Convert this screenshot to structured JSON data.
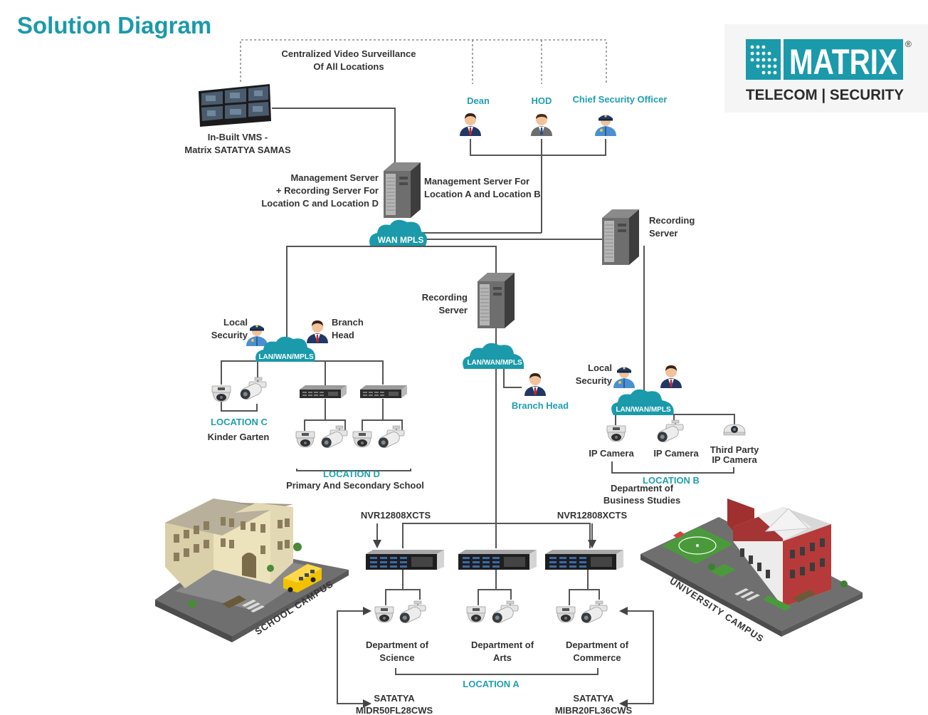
{
  "title": "Solution Diagram",
  "brand": {
    "name": "MATRIX",
    "registered": "®",
    "tagline": "TELECOM | SECURITY",
    "color": "#1a9aaa"
  },
  "top": {
    "surveillance_l1": "Centralized Video Surveillance",
    "surveillance_l2": "Of All Locations",
    "vms_l1": "In-Built VMS -",
    "vms_l2": "Matrix SATATYA SAMAS",
    "dean": "Dean",
    "hod": "HOD",
    "cso": "Chief Security Officer"
  },
  "servers": {
    "mgmt_cd_l1": "Management Server",
    "mgmt_cd_l2": "+ Recording Server For",
    "mgmt_cd_l3": "Location C and Location D",
    "mgmt_ab_l1": "Management Server For",
    "mgmt_ab_l2": "Location A and Location B",
    "rec_right_l1": "Recording",
    "rec_right_l2": "Server",
    "rec_mid_l1": "Recording",
    "rec_mid_l2": "Server"
  },
  "clouds": {
    "wan": "WAN MPLS",
    "lan_left": "LAN/WAN/MPLS",
    "lan_mid": "LAN/WAN/MPLS",
    "lan_right": "LAN/WAN/MPLS"
  },
  "left": {
    "local_security_l1": "Local",
    "local_security_l2": "Security",
    "branch_head_l1": "Branch",
    "branch_head_l2": "Head",
    "location_c": "LOCATION C",
    "kinder": "Kinder Garten",
    "location_d": "LOCATION D",
    "primary": "Primary And Secondary School"
  },
  "middle": {
    "branch_head": "Branch Head",
    "nvr_left": "NVR12808XCTS",
    "nvr_right": "NVR12808XCTS",
    "dept_science_l1": "Department of",
    "dept_science_l2": "Science",
    "dept_arts_l1": "Department of",
    "dept_arts_l2": "Arts",
    "dept_commerce_l1": "Department of",
    "dept_commerce_l2": "Commerce",
    "location_a": "LOCATION A",
    "satatya_left_l1": "SATATYA",
    "satatya_left_l2": "MIDR50FL28CWS",
    "satatya_right_l1": "SATATYA",
    "satatya_right_l2": "MIBR20FL36CWS"
  },
  "right": {
    "local_security_l1": "Local",
    "local_security_l2": "Security",
    "ip_camera_1": "IP Camera",
    "ip_camera_2": "IP Camera",
    "third_party_l1": "Third Party",
    "third_party_l2": "IP Camera",
    "location_b": "LOCATION B",
    "dept_business_l1": "Department of",
    "dept_business_l2": "Business Studies"
  },
  "campus": {
    "school": "SCHOOL CAMPUS",
    "university": "UNIVERSITY CAMPUS"
  }
}
